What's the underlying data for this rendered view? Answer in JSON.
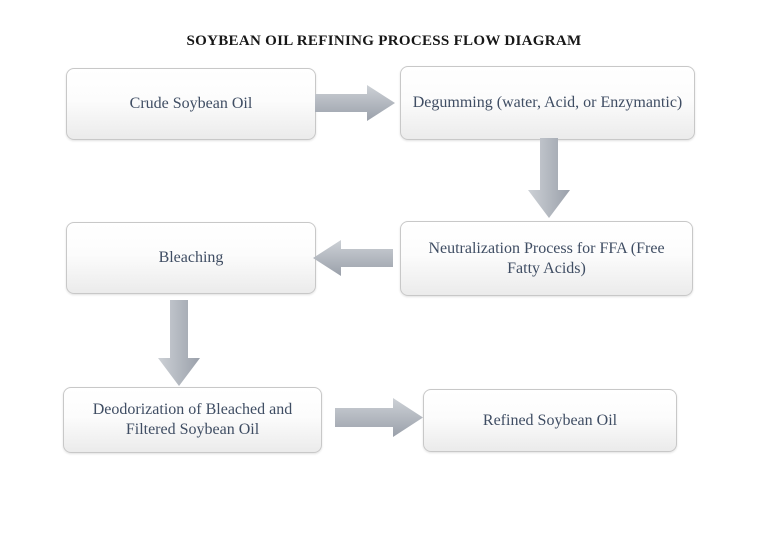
{
  "diagram": {
    "title": "SOYBEAN OIL REFINING PROCESS FLOW DIAGRAM",
    "type": "flowchart",
    "nodes": [
      {
        "id": "crude",
        "label": "Crude Soybean Oil"
      },
      {
        "id": "degumming",
        "label": "Degumming (water, Acid, or Enzymantic)"
      },
      {
        "id": "neutralization",
        "label": "Neutralization Process for FFA (Free Fatty Acids)"
      },
      {
        "id": "bleaching",
        "label": "Bleaching"
      },
      {
        "id": "deodorization",
        "label": "Deodorization of Bleached and Filtered Soybean Oil"
      },
      {
        "id": "refined",
        "label": "Refined Soybean Oil"
      }
    ],
    "edges": [
      {
        "from": "crude",
        "to": "degumming",
        "direction": "right"
      },
      {
        "from": "degumming",
        "to": "neutralization",
        "direction": "down"
      },
      {
        "from": "neutralization",
        "to": "bleaching",
        "direction": "left"
      },
      {
        "from": "bleaching",
        "to": "deodorization",
        "direction": "down"
      },
      {
        "from": "deodorization",
        "to": "refined",
        "direction": "right"
      }
    ],
    "colors": {
      "title_text": "#171717",
      "node_text": "#3f4d63",
      "node_border": "#c8c8c8",
      "node_fill_top": "#ffffff",
      "node_fill_bottom": "#ebebeb",
      "arrow_light": "#cdd1d6",
      "arrow_dark": "#9aa0aa",
      "background": "#ffffff"
    }
  }
}
